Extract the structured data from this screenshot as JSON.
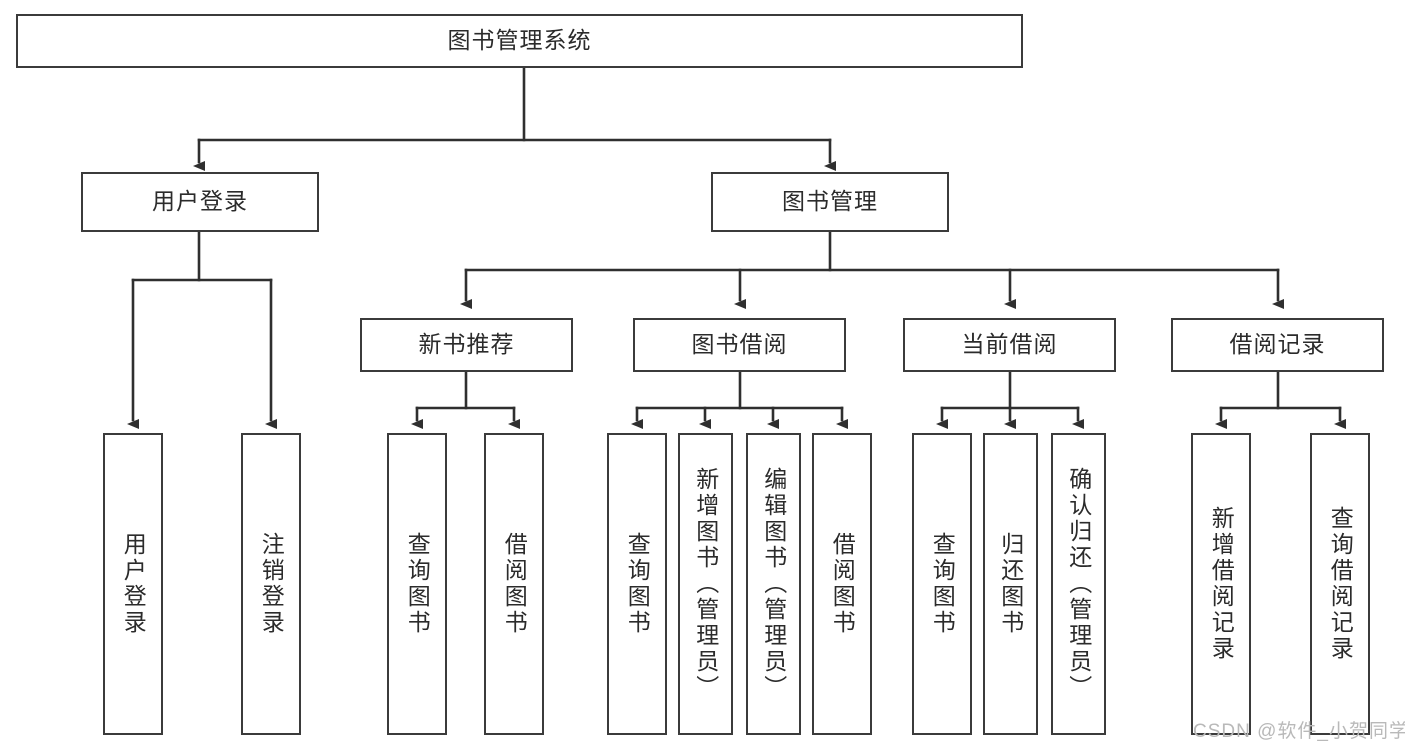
{
  "diagram": {
    "title": "图书管理系统",
    "type": "tree-hierarchy",
    "root": {
      "label": "图书管理系统"
    },
    "level1": [
      {
        "label": "用户登录"
      },
      {
        "label": "图书管理"
      }
    ],
    "level2": [
      {
        "label": "新书推荐",
        "parent": "图书管理"
      },
      {
        "label": "图书借阅",
        "parent": "图书管理"
      },
      {
        "label": "当前借阅",
        "parent": "图书管理"
      },
      {
        "label": "借阅记录",
        "parent": "图书管理"
      }
    ],
    "leaves": {
      "user_login": [
        {
          "label": "用户登录"
        },
        {
          "label": "注销登录"
        }
      ],
      "new_book_recommend": [
        {
          "label": "查询图书"
        },
        {
          "label": "借阅图书"
        }
      ],
      "book_borrow": [
        {
          "label": "查询图书"
        },
        {
          "label": "新增图书（管理员）"
        },
        {
          "label": "编辑图书（管理员）"
        },
        {
          "label": "借阅图书"
        }
      ],
      "current_borrow": [
        {
          "label": "查询图书"
        },
        {
          "label": "归还图书"
        },
        {
          "label": "确认归还（管理员）"
        }
      ],
      "borrow_record": [
        {
          "label": "新增借阅记录"
        },
        {
          "label": "查询借阅记录"
        }
      ]
    }
  },
  "watermark": {
    "text": "CSDN @软件_小贺同学"
  },
  "colors": {
    "border": "#3b3b3b",
    "text": "#2b2b2b",
    "background": "#ffffff",
    "watermark": "#b9b9b9"
  }
}
